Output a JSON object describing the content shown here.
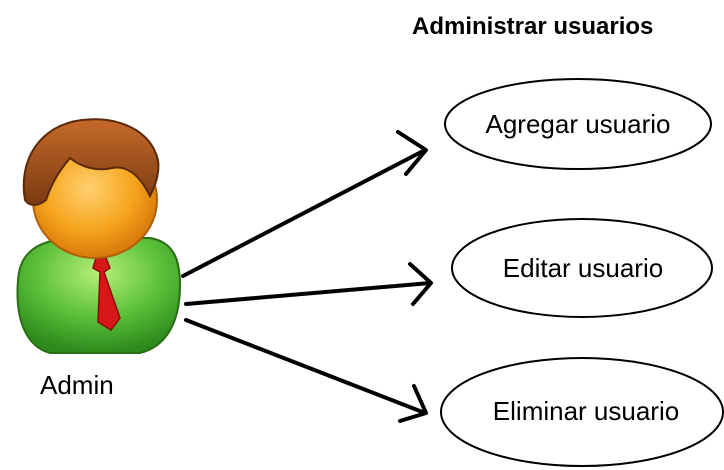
{
  "diagram": {
    "title": "Administrar usuarios",
    "actor": {
      "label": "Admin",
      "icon": "user-admin-icon"
    },
    "use_cases": [
      {
        "label": "Agregar usuario"
      },
      {
        "label": "Editar usuario"
      },
      {
        "label": "Eliminar usuario"
      }
    ]
  },
  "colors": {
    "arrow": "#000000",
    "ellipse_stroke": "#000000",
    "shirt": "#5cc13a",
    "tie": "#d81818",
    "hair": "#a0521d",
    "skin": "#f6a51e"
  }
}
